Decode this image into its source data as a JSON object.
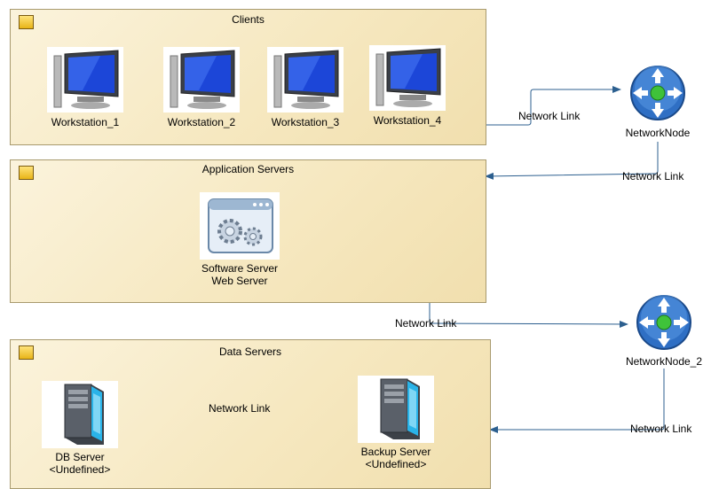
{
  "groups": {
    "clients": {
      "title": "Clients"
    },
    "app_servers": {
      "title": "Application Servers"
    },
    "data_servers": {
      "title": "Data Servers"
    }
  },
  "nodes": {
    "workstations": [
      "Workstation_1",
      "Workstation_2",
      "Workstation_3",
      "Workstation_4"
    ],
    "software_server": {
      "line1": "Software Server",
      "line2": "Web Server"
    },
    "db_server": {
      "line1": "DB Server",
      "line2": "<Undefined>"
    },
    "backup_server": {
      "line1": "Backup Server",
      "line2": "<Undefined>"
    },
    "network_node_1": "NetworkNode",
    "network_node_2": "NetworkNode_2"
  },
  "links": {
    "clients_to_node1": "Network Link",
    "node1_to_app": "Network Link",
    "app_to_node2": "Network Link",
    "node2_to_data": "Network Link",
    "db_to_backup": "Network Link"
  },
  "colors": {
    "link_line": "#2c5f8f",
    "group_fill": "#f6e8c0",
    "group_border": "#a89a6e"
  }
}
